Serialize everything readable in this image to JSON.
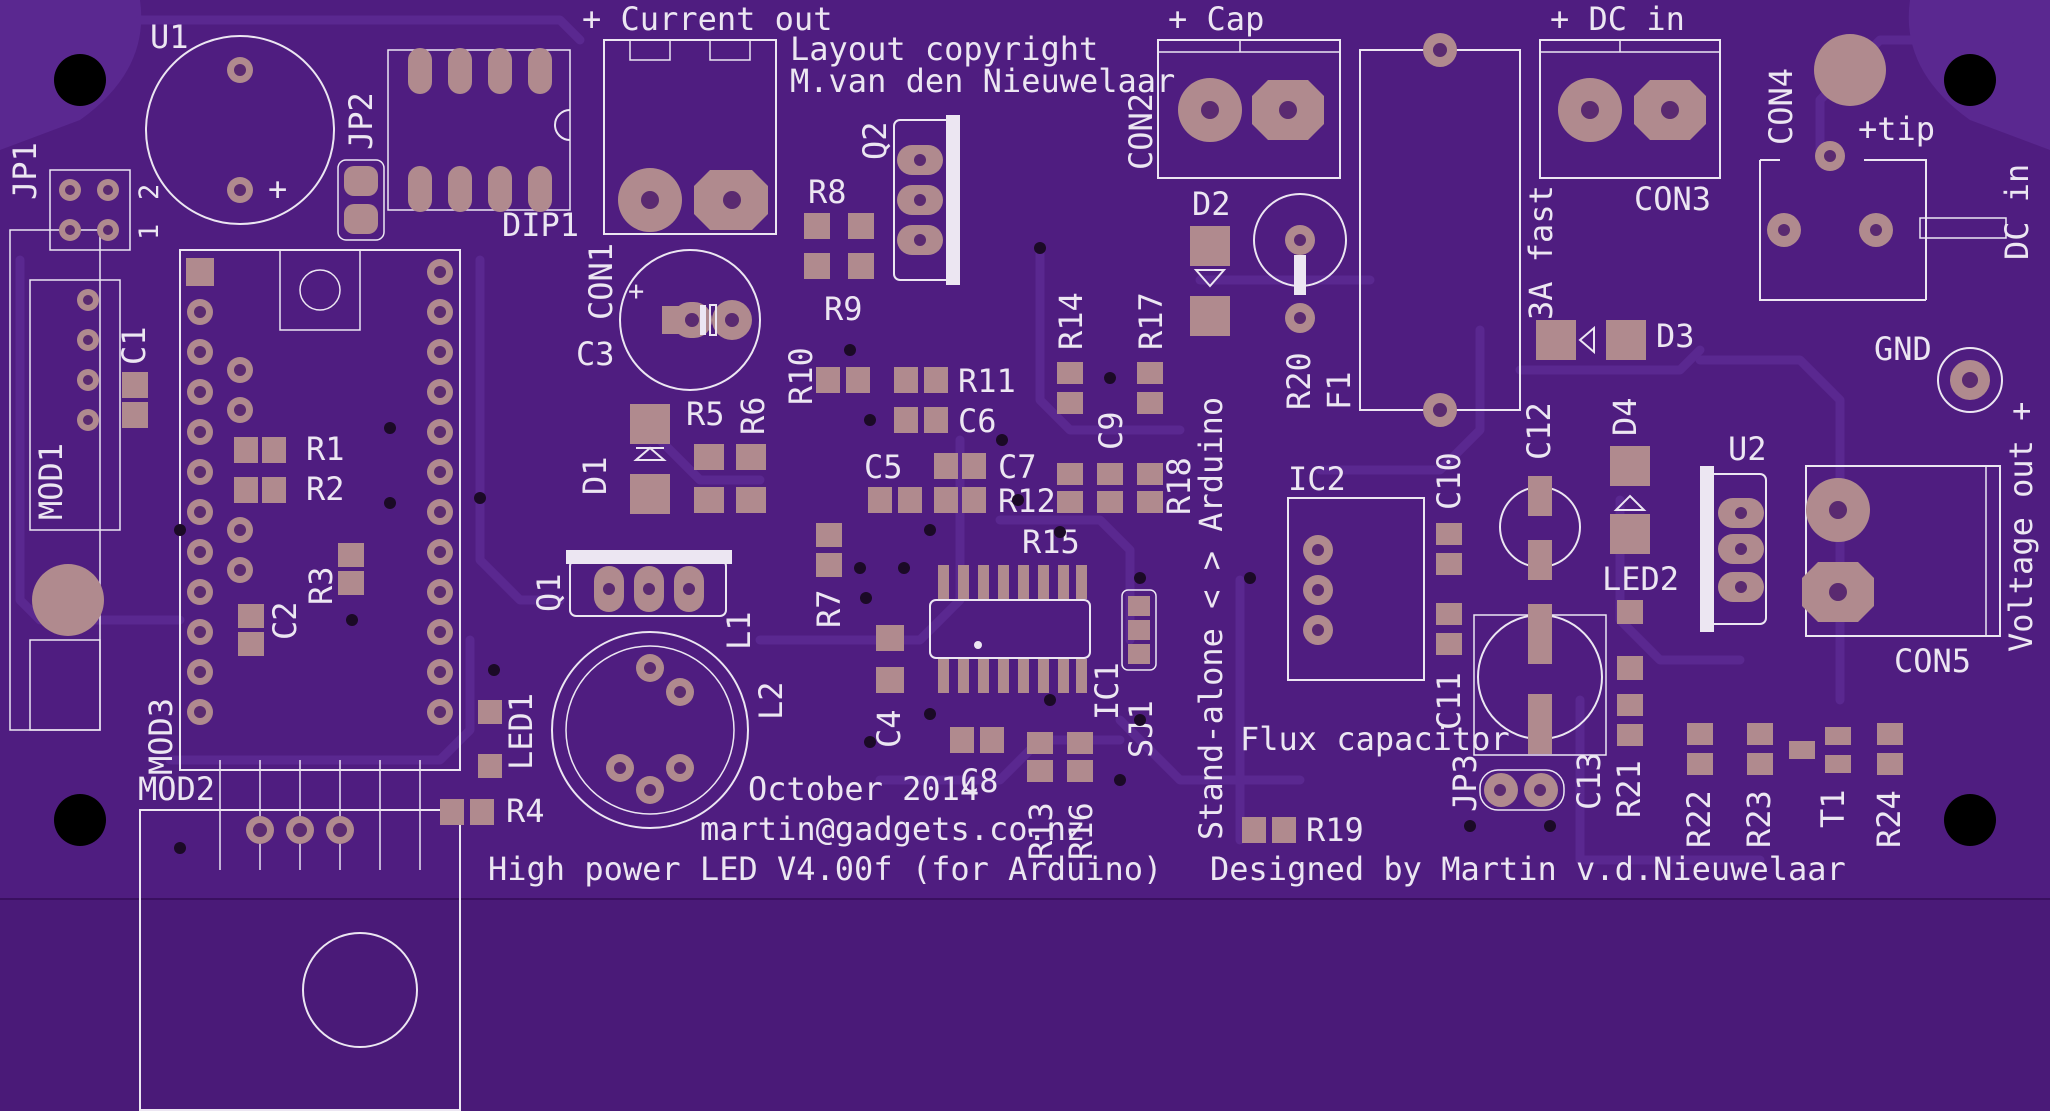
{
  "board": {
    "colors": {
      "background": "#4a1a78",
      "board": "#4f1d80",
      "silkscreen": "#ece6f2",
      "copper": "#b08a8e",
      "trace": "#5a2890"
    },
    "texts": {
      "current_out": "+ Current out",
      "layout_line1": "Layout copyright",
      "layout_line2": "M.van den Nieuwelaar",
      "cap": "+  Cap",
      "dc_in_top": "+ DC in",
      "dc_in_side": "DC in",
      "tip": "+tip",
      "gnd": "GND",
      "voltage_out": "Voltage out +",
      "fast": "3A fast",
      "standalone": "Stand-alone < > Arduino",
      "flux": "Flux capacitor",
      "date": "October 2014",
      "email": "martin@gadgets.co.nz",
      "title": "High power LED V4.00f (for Arduino)",
      "designer": "Designed by Martin v.d.Nieuwelaar"
    },
    "refs": {
      "U1": "U1",
      "U2": "U2",
      "JP1": "JP1",
      "JP2": "JP2",
      "JP3": "JP3",
      "DIP1": "DIP1",
      "CON1": "CON1",
      "CON2": "CON2",
      "CON3": "CON3",
      "CON4": "CON4",
      "CON5": "CON5",
      "Q1": "Q1",
      "Q2": "Q2",
      "R1": "R1",
      "R2": "R2",
      "R3": "R3",
      "R4": "R4",
      "R5": "R5",
      "R6": "R6",
      "R7": "R7",
      "R8": "R8",
      "R9": "R9",
      "R10": "R10",
      "R11": "R11",
      "R12": "R12",
      "R13": "R13",
      "R14": "R14",
      "R15": "R15",
      "R16": "R16",
      "R17": "R17",
      "R18": "R18",
      "R19": "R19",
      "R20": "R20",
      "R21": "R21",
      "R22": "R22",
      "R23": "R23",
      "R24": "R24",
      "C1": "C1",
      "C2": "C2",
      "C3": "C3",
      "C4": "C4",
      "C5": "C5",
      "C6": "C6",
      "C7": "C7",
      "C8": "C8",
      "C9": "C9",
      "C10": "C10",
      "C11": "C11",
      "C12": "C12",
      "C13": "C13",
      "D1": "D1",
      "D2": "D2",
      "D3": "D3",
      "D4": "D4",
      "LED1": "LED1",
      "LED2": "LED2",
      "L1": "L1",
      "L2": "L2",
      "IC1": "IC1",
      "IC2": "IC2",
      "SJ1": "SJ1",
      "F1": "F1",
      "T1": "T1",
      "MOD1": "MOD1",
      "MOD2": "MOD2",
      "MOD3": "MOD3",
      "pin1": "1",
      "pin2": "2",
      "plus": "+"
    }
  }
}
